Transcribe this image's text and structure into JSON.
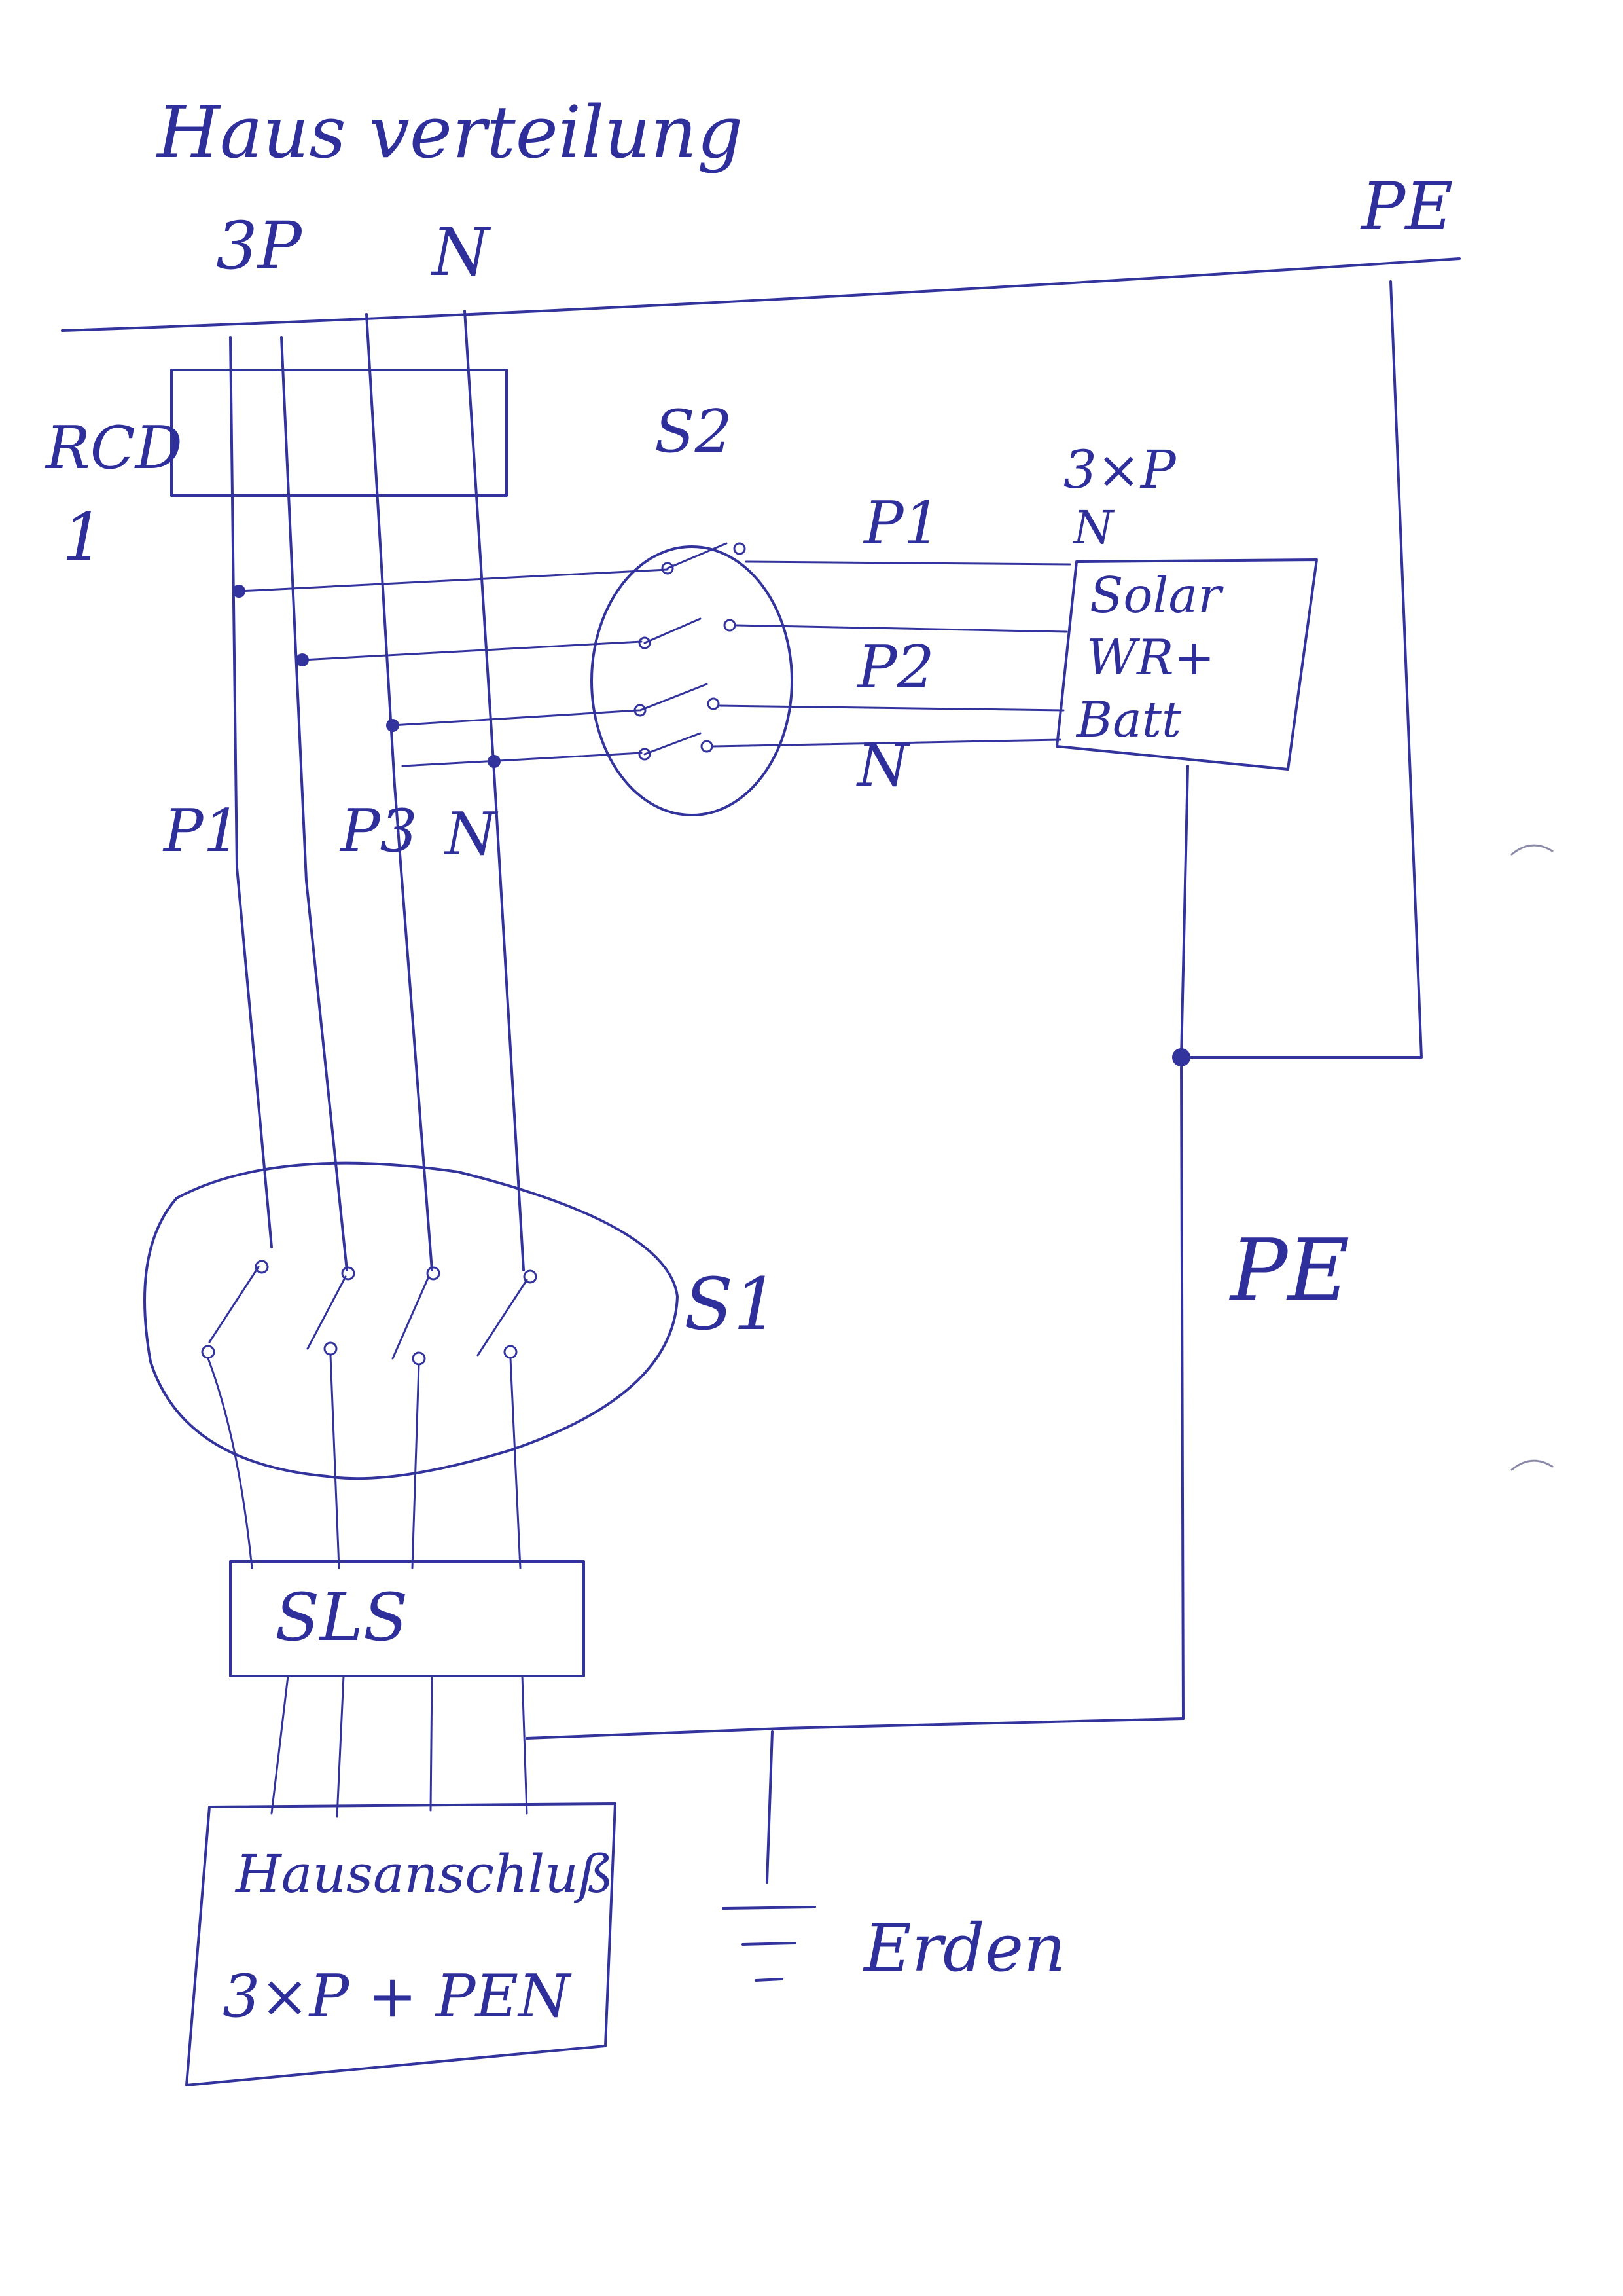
{
  "title": "Haus verteilung",
  "labels": {
    "three_p": "3P",
    "n_top": "N",
    "pe_top": "PE",
    "rcd": "RCD",
    "rcd_num": "1",
    "s2": "S2",
    "s1": "S1",
    "p1_right": "P1",
    "p2_right": "P2",
    "n_right": "N",
    "p1_left": "P1",
    "p3_left": "P3",
    "n_left": "N",
    "pe_mid": "PE",
    "three_x_p": "3×P",
    "n_box_top": "N",
    "erden": "Erden",
    "sls": "SLS"
  },
  "device_box": {
    "line1": "Solar",
    "line2": "WR+",
    "line3": "Batt"
  },
  "house_connection": {
    "line1": "Hausanschluß",
    "line2": "3×P + PEN"
  },
  "colors": {
    "ink": "#33339e",
    "paper": "#ffffff"
  }
}
